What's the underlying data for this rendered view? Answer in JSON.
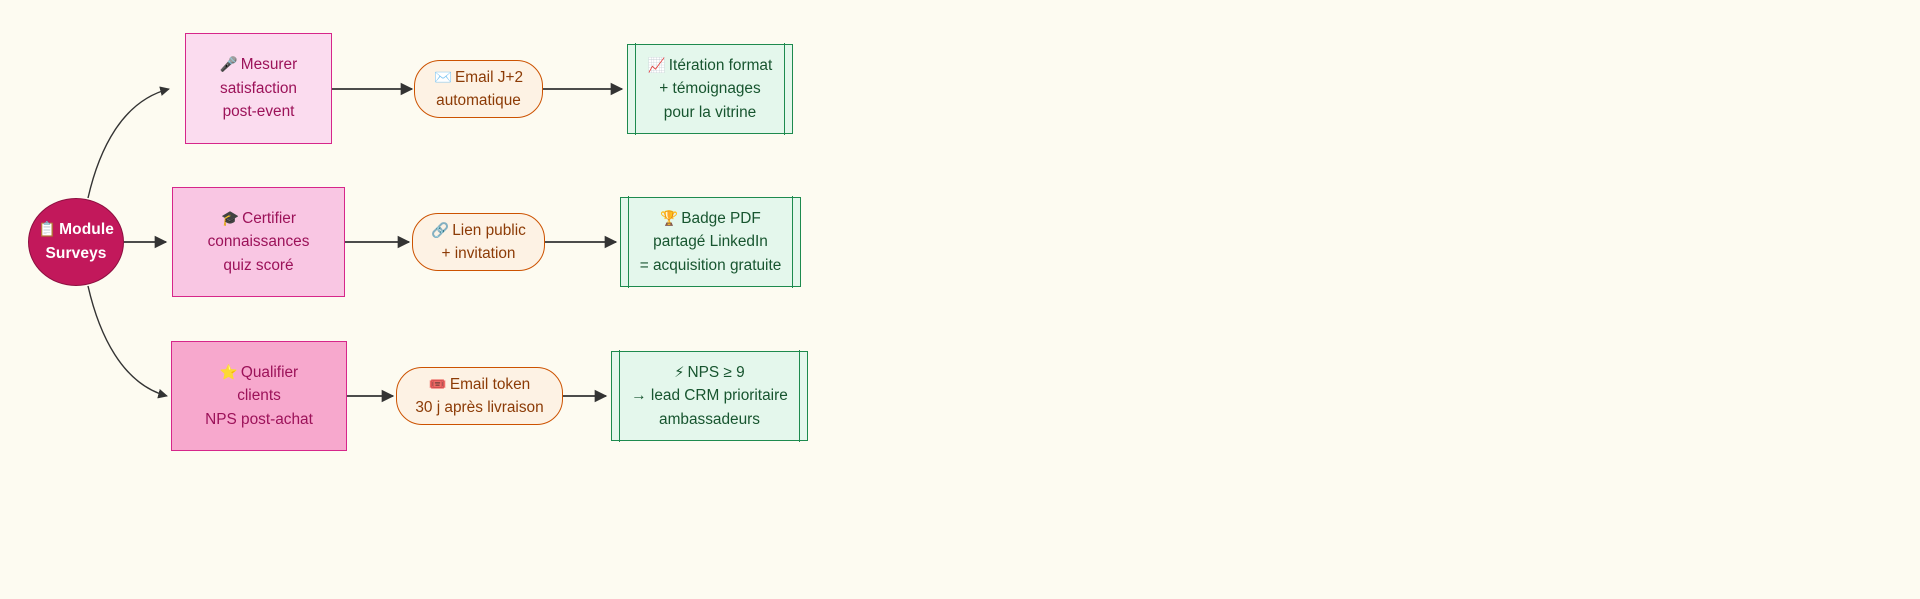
{
  "diagram": {
    "title": "Module Surveys flowchart",
    "background_color": "#fdfbf1",
    "root": {
      "label_line1": "Module",
      "label_line2": "Surveys",
      "icon": "clipboard-icon",
      "icon_glyph": "📋",
      "fill": "#c2185b",
      "stroke": "#8d0f40",
      "text_color": "#ffffff",
      "shape": "circle"
    },
    "branches": [
      {
        "id": "branch-satisfaction",
        "action": {
          "icon": "microphone-icon",
          "icon_glyph": "🎤",
          "lines": [
            "Mesurer",
            "satisfaction",
            "post-event"
          ],
          "fill": "#fbdcef",
          "stroke": "#d6268a",
          "text_color": "#9c1259",
          "shape": "rectangle"
        },
        "channel": {
          "icon": "envelope-icon",
          "icon_glyph": "✉️",
          "lines": [
            "Email J+2",
            "automatique"
          ],
          "fill": "#fdf2e4",
          "stroke": "#cc5200",
          "text_color": "#8c3b06",
          "shape": "stadium"
        },
        "outcome": {
          "icon": "chart-increasing-icon",
          "icon_glyph": "📈",
          "lines": [
            "Itération format",
            "+ témoignages",
            "pour la vitrine"
          ],
          "fill": "#e4f7ec",
          "stroke": "#1d8a4e",
          "text_color": "#17552f",
          "shape": "subroutine"
        }
      },
      {
        "id": "branch-certification",
        "action": {
          "icon": "graduation-cap-icon",
          "icon_glyph": "🎓",
          "lines": [
            "Certifier",
            "connaissances",
            "quiz scoré"
          ],
          "fill": "#f9c6e3",
          "stroke": "#d6268a",
          "text_color": "#9c1259",
          "shape": "rectangle"
        },
        "channel": {
          "icon": "link-icon",
          "icon_glyph": "🔗",
          "lines": [
            "Lien public",
            "+ invitation"
          ],
          "fill": "#fdf2e4",
          "stroke": "#cc5200",
          "text_color": "#8c3b06",
          "shape": "stadium"
        },
        "outcome": {
          "icon": "trophy-icon",
          "icon_glyph": "🏆",
          "lines": [
            "Badge PDF",
            "partagé LinkedIn",
            "= acquisition gratuite"
          ],
          "fill": "#e4f7ec",
          "stroke": "#1d8a4e",
          "text_color": "#17552f",
          "shape": "subroutine"
        }
      },
      {
        "id": "branch-nps",
        "action": {
          "icon": "star-icon",
          "icon_glyph": "⭐",
          "lines": [
            "Qualifier",
            "clients",
            "NPS post-achat"
          ],
          "fill": "#f7a8cd",
          "stroke": "#d6268a",
          "text_color": "#9c1259",
          "shape": "rectangle"
        },
        "channel": {
          "icon": "ticket-icon",
          "icon_glyph": "🎟️",
          "lines": [
            "Email token",
            "30 j après livraison"
          ],
          "fill": "#fdf2e4",
          "stroke": "#cc5200",
          "text_color": "#8c3b06",
          "shape": "stadium"
        },
        "outcome": {
          "icon": "lightning-bolt-icon",
          "icon_glyph": "⚡",
          "lines": [
            "NPS ≥ 9",
            "→ lead CRM prioritaire",
            "ambassadeurs"
          ],
          "fill": "#e4f7ec",
          "stroke": "#1d8a4e",
          "text_color": "#17552f",
          "shape": "subroutine"
        }
      }
    ],
    "edge_color": "#333333"
  }
}
